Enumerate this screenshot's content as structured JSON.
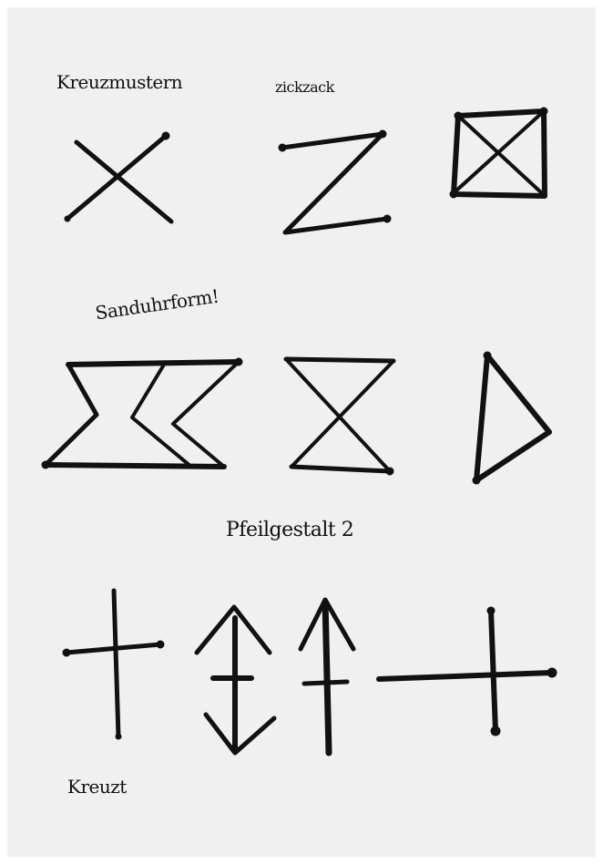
{
  "colors": {
    "paper": "#f0f0f0",
    "ink": "#111111",
    "border": "#ffffff"
  },
  "labels": {
    "row1_left": "Kreuzmustern",
    "row1_mid": "zickzack",
    "row2": "Sanduhrform!",
    "row3": "Pfeilgestalt 2",
    "row4": "Kreuzt"
  }
}
